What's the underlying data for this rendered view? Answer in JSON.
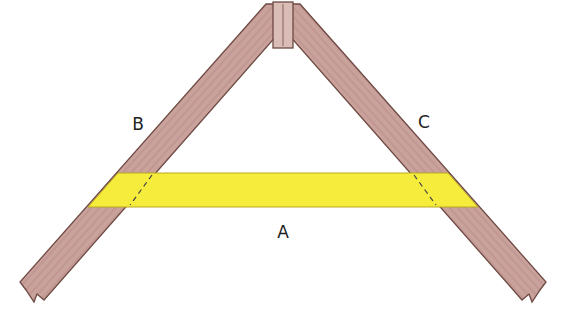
{
  "diagram": {
    "labels": [
      "B",
      "C",
      "A"
    ]
  }
}
